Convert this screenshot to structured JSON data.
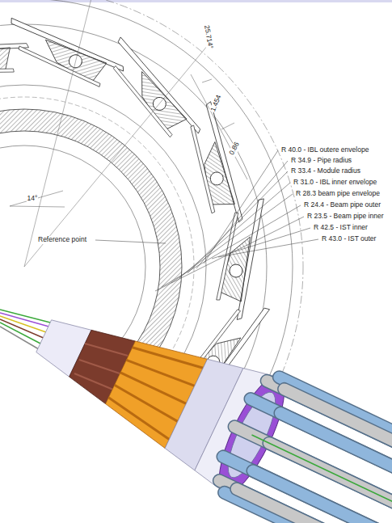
{
  "diagram": {
    "labels": [
      "25.714°",
      "1.454",
      "0.86",
      "R 40.0 - IBL outere envelope",
      "R 34.9 - Pipe radius",
      "R 33.4 - Module radius",
      "R 31.0 - IBL inner envelope",
      "R 28.3 beam pipe envelope",
      "R 24.4 - Beam pipe outer",
      "R 23.5 - Beam pipe inner",
      "R 42.5 - IST inner",
      "R 43.0 - IST outer",
      "14°",
      "Reference point"
    ]
  }
}
